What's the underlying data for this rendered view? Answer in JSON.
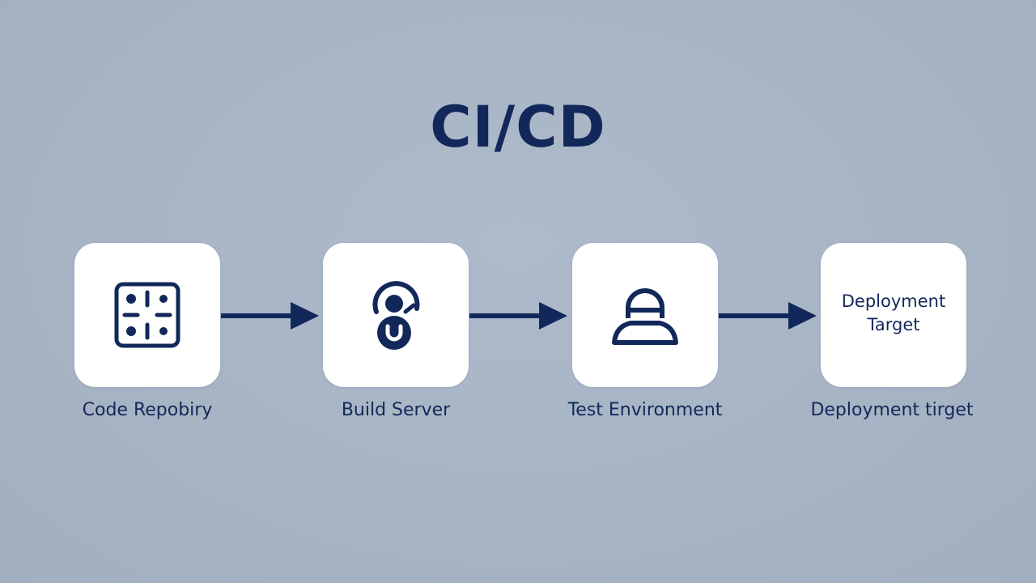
{
  "title": "CI/CD",
  "colors": {
    "background": "#a7b4c4",
    "accent": "#13285a",
    "box": "#ffffff"
  },
  "stages": [
    {
      "icon": "grid-icon",
      "caption": "Code Repobiry"
    },
    {
      "icon": "person-icon",
      "caption": "Build Server"
    },
    {
      "icon": "helmet-icon",
      "caption": "Test Environment"
    },
    {
      "box_text": [
        "Deployment",
        "Target"
      ],
      "caption": "Deployment tirget"
    }
  ]
}
